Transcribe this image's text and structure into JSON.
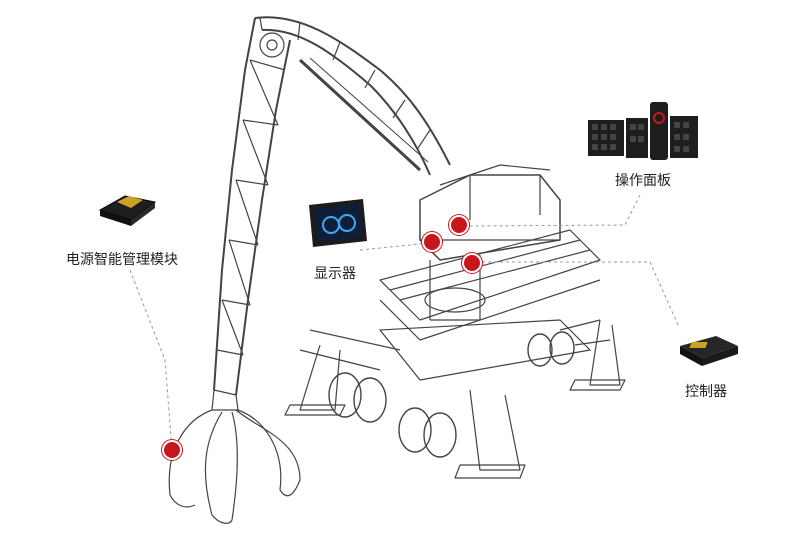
{
  "components": {
    "power_module": {
      "label": "电源智能管理模块"
    },
    "display": {
      "label": "显示器"
    },
    "operation_panel": {
      "label": "操作面板"
    },
    "controller": {
      "label": "控制器"
    }
  },
  "colors": {
    "hotspot": "#c8161d",
    "wireframe": "#444444",
    "leader_line": "#999999",
    "device_dark": "#1e1e1e"
  }
}
